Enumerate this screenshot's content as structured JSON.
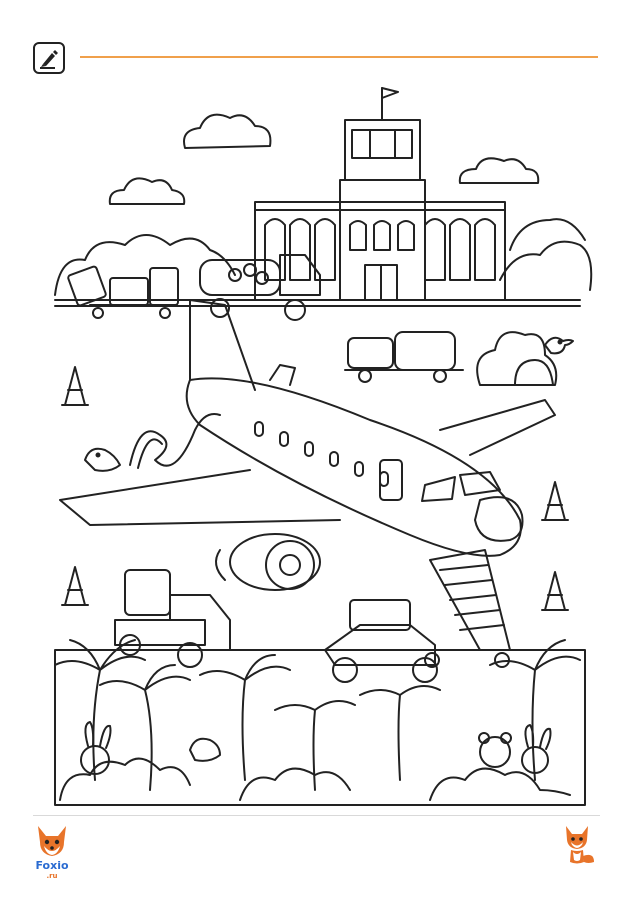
{
  "header": {
    "icon": "pencil-edit-icon",
    "accent": "#f0a04b"
  },
  "footer": {
    "logo_text": "Foxio",
    "logo_domain": ".ru",
    "logo_icon": "fox-icon",
    "mascot_icon": "fox-mascot-icon",
    "colors": {
      "fox": "#e8742a",
      "logo_blue": "#2a6bd1",
      "line": "#d9d9d9"
    }
  },
  "artwork": {
    "subject": "airport-coloring-scene"
  }
}
